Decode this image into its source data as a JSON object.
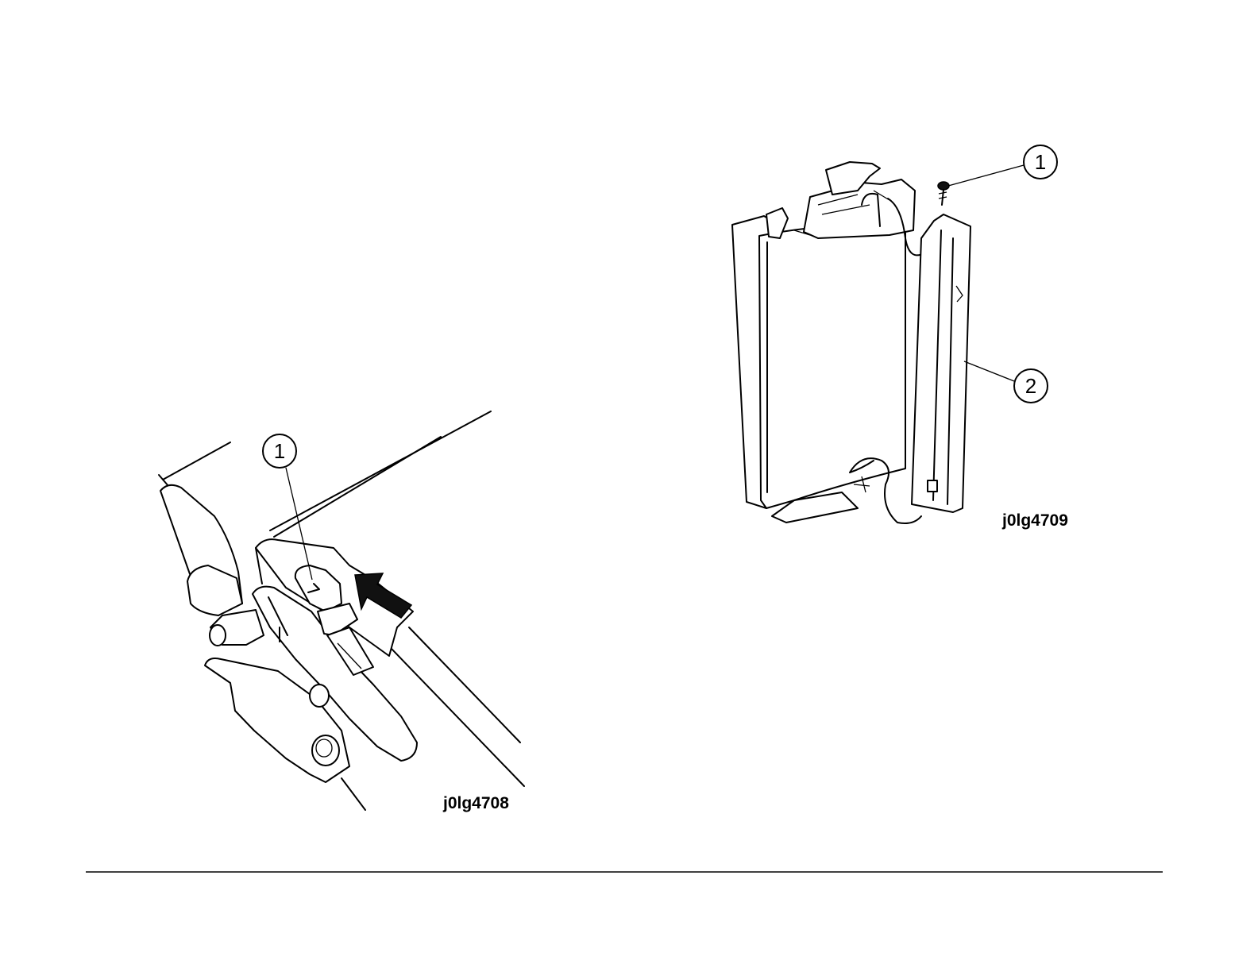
{
  "figure_left": {
    "id_label": "j0lg4708",
    "callouts": [
      {
        "label": "1"
      }
    ]
  },
  "figure_right": {
    "id_label": "j0lg4709",
    "callouts": [
      {
        "label": "1"
      },
      {
        "label": "2"
      }
    ]
  }
}
